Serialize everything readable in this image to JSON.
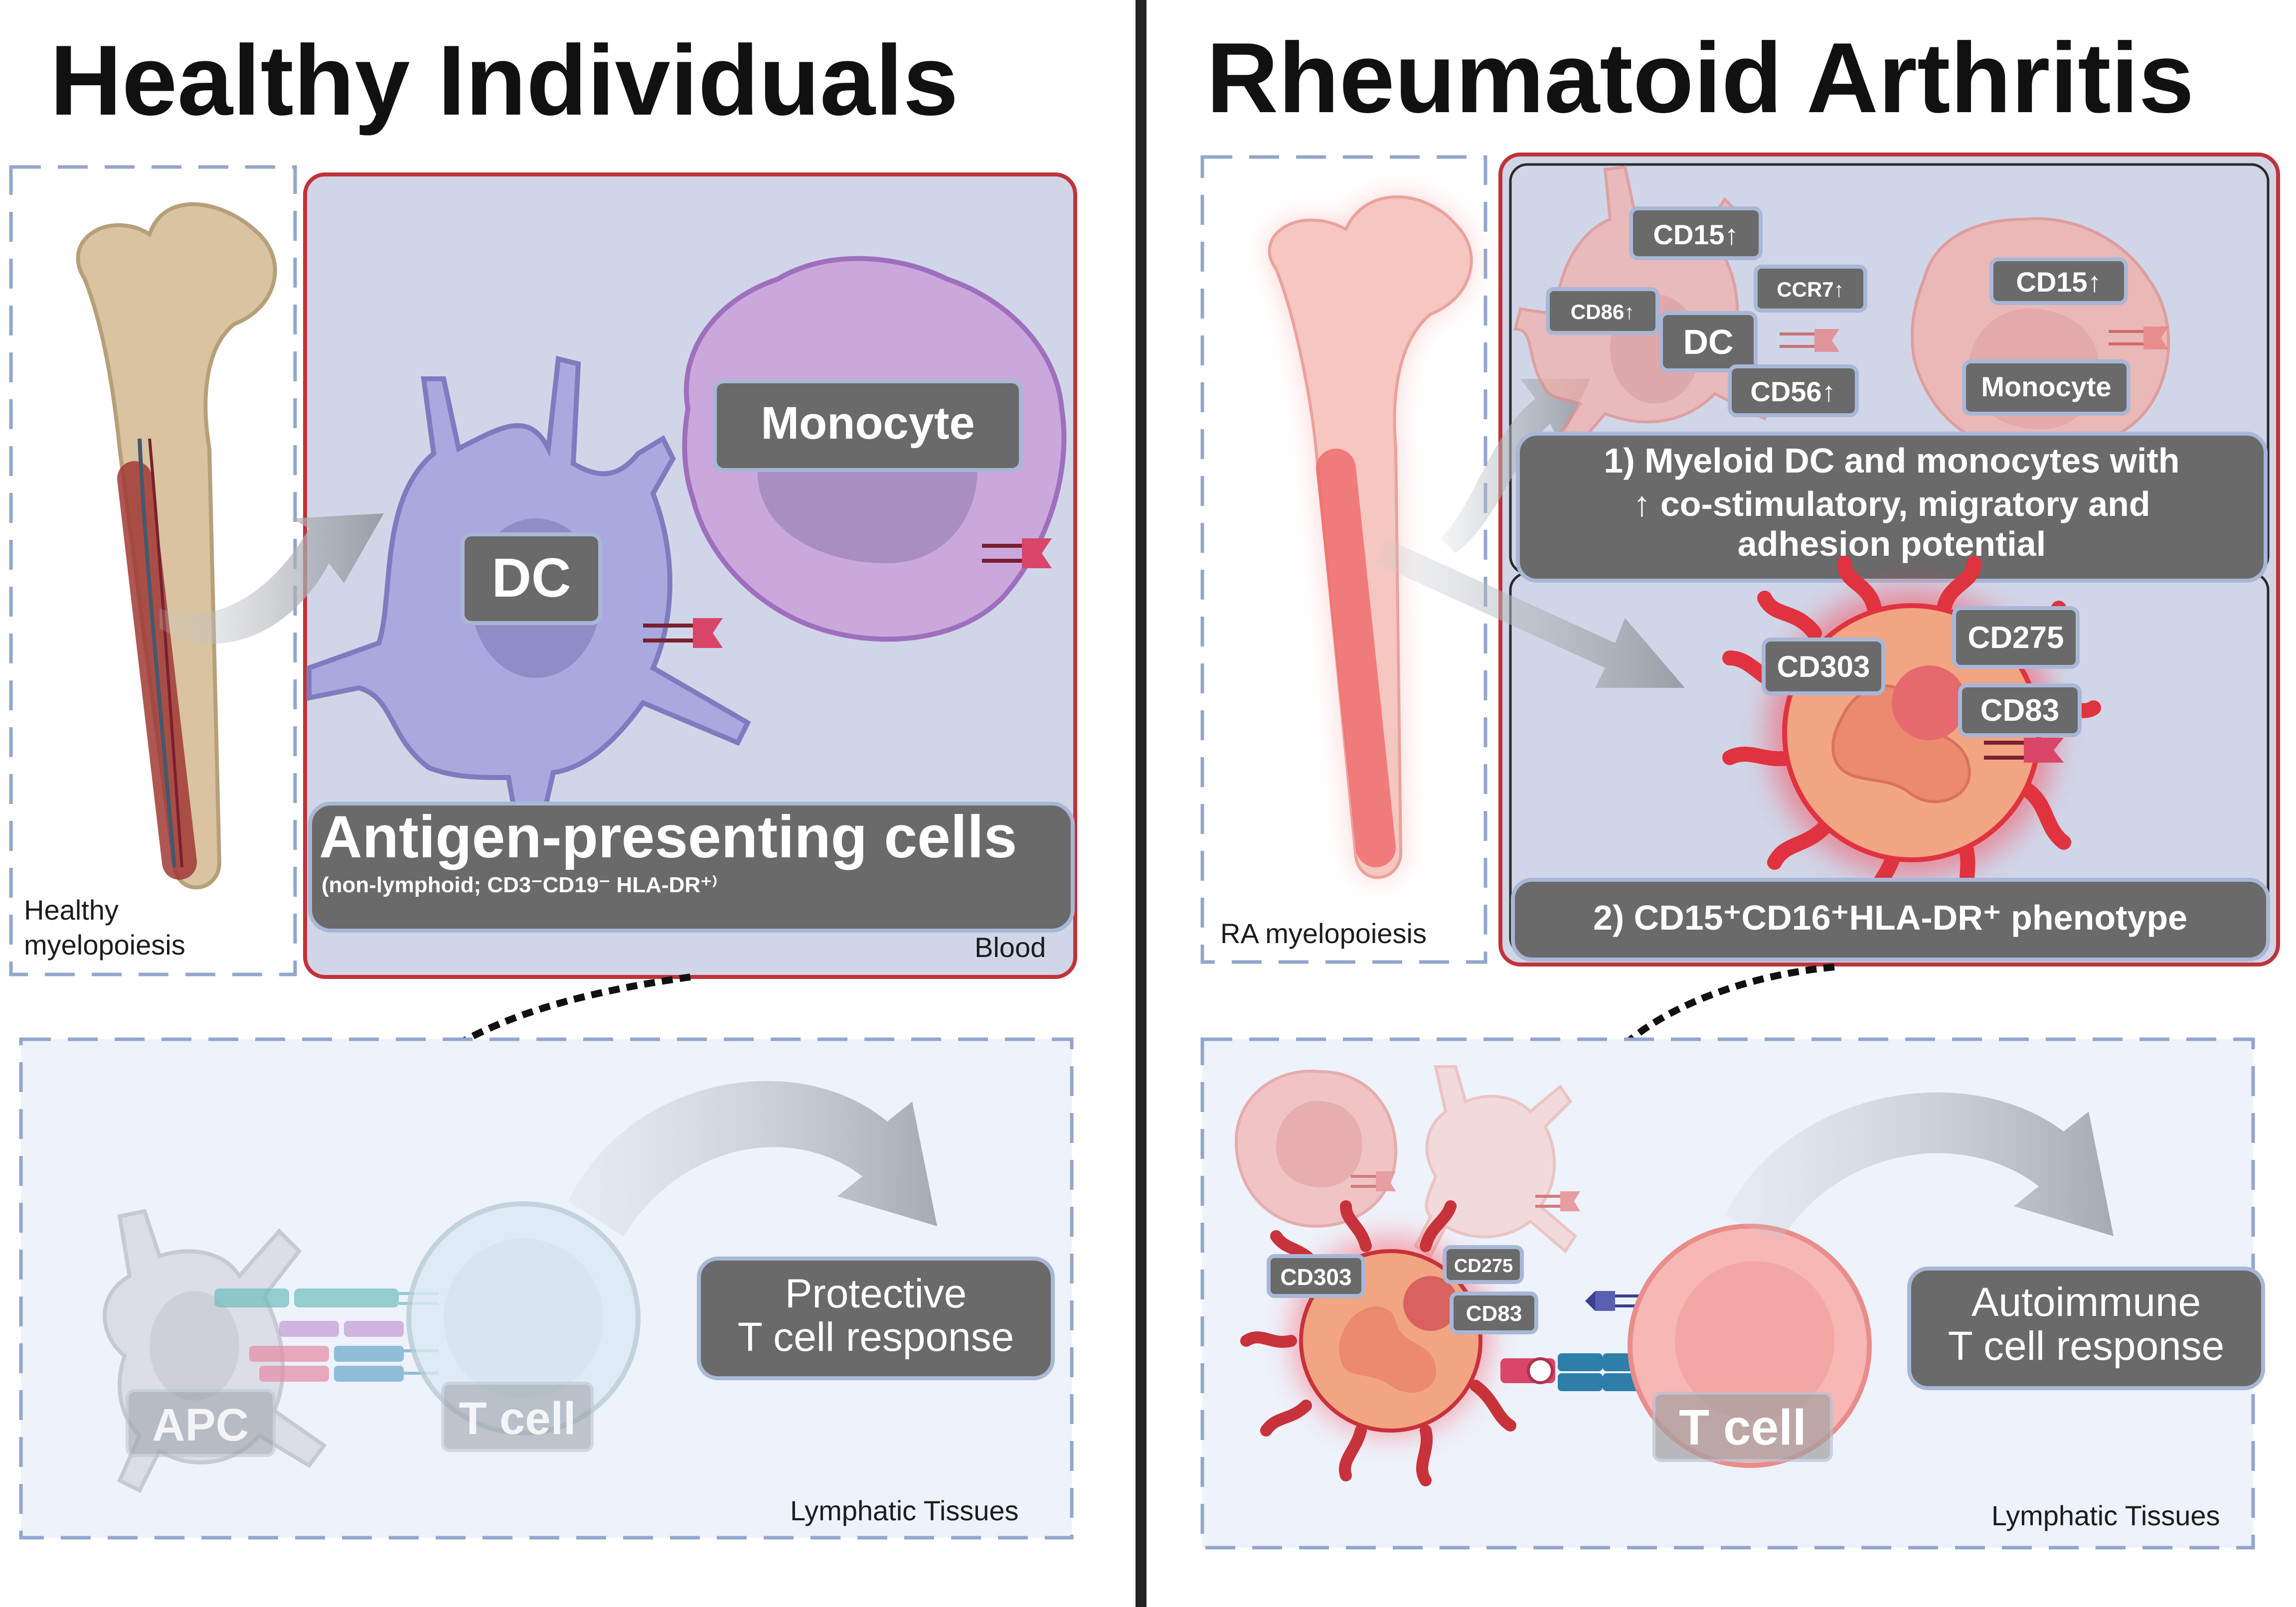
{
  "left": {
    "title": "Healthy Individuals",
    "marrow_label_line1": "Healthy",
    "marrow_label_line2": "myelopoiesis",
    "blood_label": "Blood",
    "dc_label": "DC",
    "monocyte_label": "Monocyte",
    "apc_title": "Antigen-presenting cells",
    "apc_subtitle": "(non-lymphoid; CD3⁻CD19⁻ HLA-DR⁺⁾",
    "tissue_label": "Lymphatic Tissues",
    "apc_cell_label": "APC",
    "tcell_label": "T cell",
    "response_line1": "Protective",
    "response_line2": "T cell response"
  },
  "right": {
    "title": "Rheumatoid Arthritis",
    "marrow_label": "RA myelopoiesis",
    "dc_label": "DC",
    "monocyte_label": "Monocyte",
    "markers_dc": [
      "CD15↑",
      "CCR7↑",
      "CD86↑",
      "CD56↑"
    ],
    "marker_mono": "CD15↑",
    "finding1_line1": "1) Myeloid DC and monocytes with",
    "finding1_line2": "↑  co-stimulatory, migratory and",
    "finding1_line3": "adhesion potential",
    "markers_cell": [
      "CD303",
      "CD275",
      "CD83"
    ],
    "finding2": "2) CD15⁺CD16⁺HLA-DR⁺ phenotype",
    "tissue_label": "Lymphatic Tissues",
    "markers_cell_small": [
      "CD303",
      "CD275",
      "CD83"
    ],
    "tcell_label": "T cell",
    "response_line1": "Autoimmune",
    "response_line2": "T cell response"
  },
  "colors": {
    "frame_red": "#c0333a",
    "blood_fill": "#d0d6e8",
    "tissue_fill": "#edf2fb",
    "dashed_blue": "#93a6cc",
    "label_gray": "#6a6a6a",
    "dc_purple": "#a9a9e0",
    "monocyte_purple": "#caa8dc",
    "ra_pink": "#f3b6b4",
    "ra_cell_orange": "#f2a582",
    "ra_red": "#e0333f"
  }
}
